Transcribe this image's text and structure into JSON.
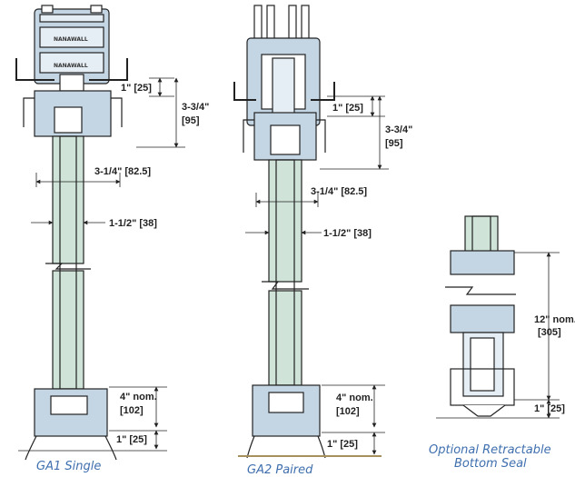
{
  "diagrams": [
    {
      "caption": "GA1 Single",
      "brand_labels": [
        "NANAWALL",
        "NANAWALL"
      ],
      "dims": {
        "top_offset": "1\" [25]",
        "head_height": "3-3/4\"",
        "head_height_mm": "[95]",
        "frame_width": "3-1/4\" [82.5]",
        "panel_thickness": "1-1/2\" [38]",
        "bottom_rail": "4\" nom.",
        "bottom_rail_mm": "[102]",
        "bottom_offset": "1\" [25]"
      }
    },
    {
      "caption": "GA2 Paired",
      "dims": {
        "top_offset": "1\" [25]",
        "head_height": "3-3/4\"",
        "head_height_mm": "[95]",
        "frame_width": "3-1/4\" [82.5]",
        "panel_thickness": "1-1/2\" [38]",
        "bottom_rail": "4\" nom.",
        "bottom_rail_mm": "[102]",
        "bottom_offset": "1\" [25]"
      }
    },
    {
      "caption_line1": "Optional Retractable",
      "caption_line2": "Bottom Seal",
      "dims": {
        "seal_height": "12\" nom.",
        "seal_height_mm": "[305]",
        "bottom_offset": "1\" [25]"
      }
    }
  ],
  "colors": {
    "line": "#222222",
    "glass": "#cfe3d8",
    "profile": "#c4d6e4",
    "caption": "#3f6fae"
  }
}
